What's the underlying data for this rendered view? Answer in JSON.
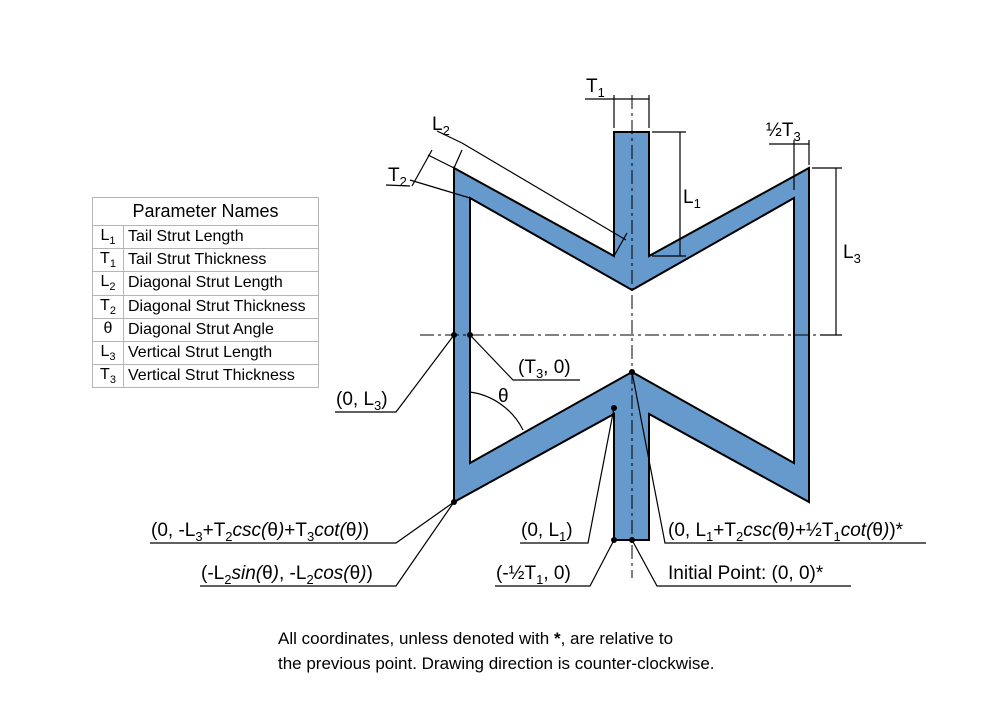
{
  "table": {
    "header": "Parameter Names",
    "rows": [
      {
        "sym": "L",
        "sub": "1",
        "name": "Tail Strut Length"
      },
      {
        "sym": "T",
        "sub": "1",
        "name": "Tail Strut Thickness"
      },
      {
        "sym": "L",
        "sub": "2",
        "name": "Diagonal Strut Length"
      },
      {
        "sym": "T",
        "sub": "2",
        "name": "Diagonal Strut Thickness"
      },
      {
        "sym": "θ",
        "sub": "",
        "name": "Diagonal Strut Angle"
      },
      {
        "sym": "L",
        "sub": "3",
        "name": "Vertical Strut Length"
      },
      {
        "sym": "T",
        "sub": "3",
        "name": "Vertical Strut Thickness"
      }
    ]
  },
  "dims": {
    "t1": {
      "base": "T",
      "sub": "1"
    },
    "l1": {
      "base": "L",
      "sub": "1"
    },
    "l2": {
      "base": "L",
      "sub": "2"
    },
    "t2": {
      "base": "T",
      "sub": "2"
    },
    "half_t3": {
      "base": "½T",
      "sub": "3"
    },
    "l3": {
      "base": "L",
      "sub": "3"
    },
    "theta": "θ"
  },
  "points": {
    "t3_0": {
      "a": "(T",
      "sub": "3",
      "b": ", 0)"
    },
    "zero_l3": {
      "a": "(0, L",
      "sub": "3",
      "b": ")"
    },
    "zero_l1": {
      "a": "(0, L",
      "sub": "1",
      "b": ")"
    },
    "neg_half_t1": {
      "a": "(-½T",
      "sub": "1",
      "b": ", 0)"
    },
    "initial": "Initial Point: (0, 0)*",
    "p_csc_l3": {
      "p1": "(0, -L",
      "s1": "3",
      "p2": "+T",
      "s2": "2",
      "i1": "csc(",
      "p3": "θ",
      "i2": ")",
      "p4": "+T",
      "s3": "3",
      "i3": "cot(",
      "p5": "θ",
      "i4": ")",
      "p6": ")"
    },
    "p_sin": {
      "p1": "(-L",
      "s1": "2",
      "i1": "sin(",
      "p2": "θ",
      "i2": ")",
      "p3": ", -L",
      "s2": "2",
      "i3": "cos(",
      "p4": "θ",
      "i4": ")",
      "p5": ")"
    },
    "p_csc_l1": {
      "p1": "(0, L",
      "s1": "1",
      "p2": "+T",
      "s2": "2",
      "i1": "csc(",
      "p3": "θ",
      "i2": ")",
      "p4": "+½T",
      "s3": "1",
      "i3": "cot(",
      "p5": "θ",
      "i4": ")",
      "p6": ")*"
    }
  },
  "footnote": {
    "line1_a": "All coordinates, unless denoted with ",
    "line1_star": "*",
    "line1_b": ", are relative to",
    "line2": "the previous point. Drawing direction is counter-clockwise."
  },
  "colors": {
    "strut_fill": "#6699cc",
    "outline": "#000000"
  }
}
